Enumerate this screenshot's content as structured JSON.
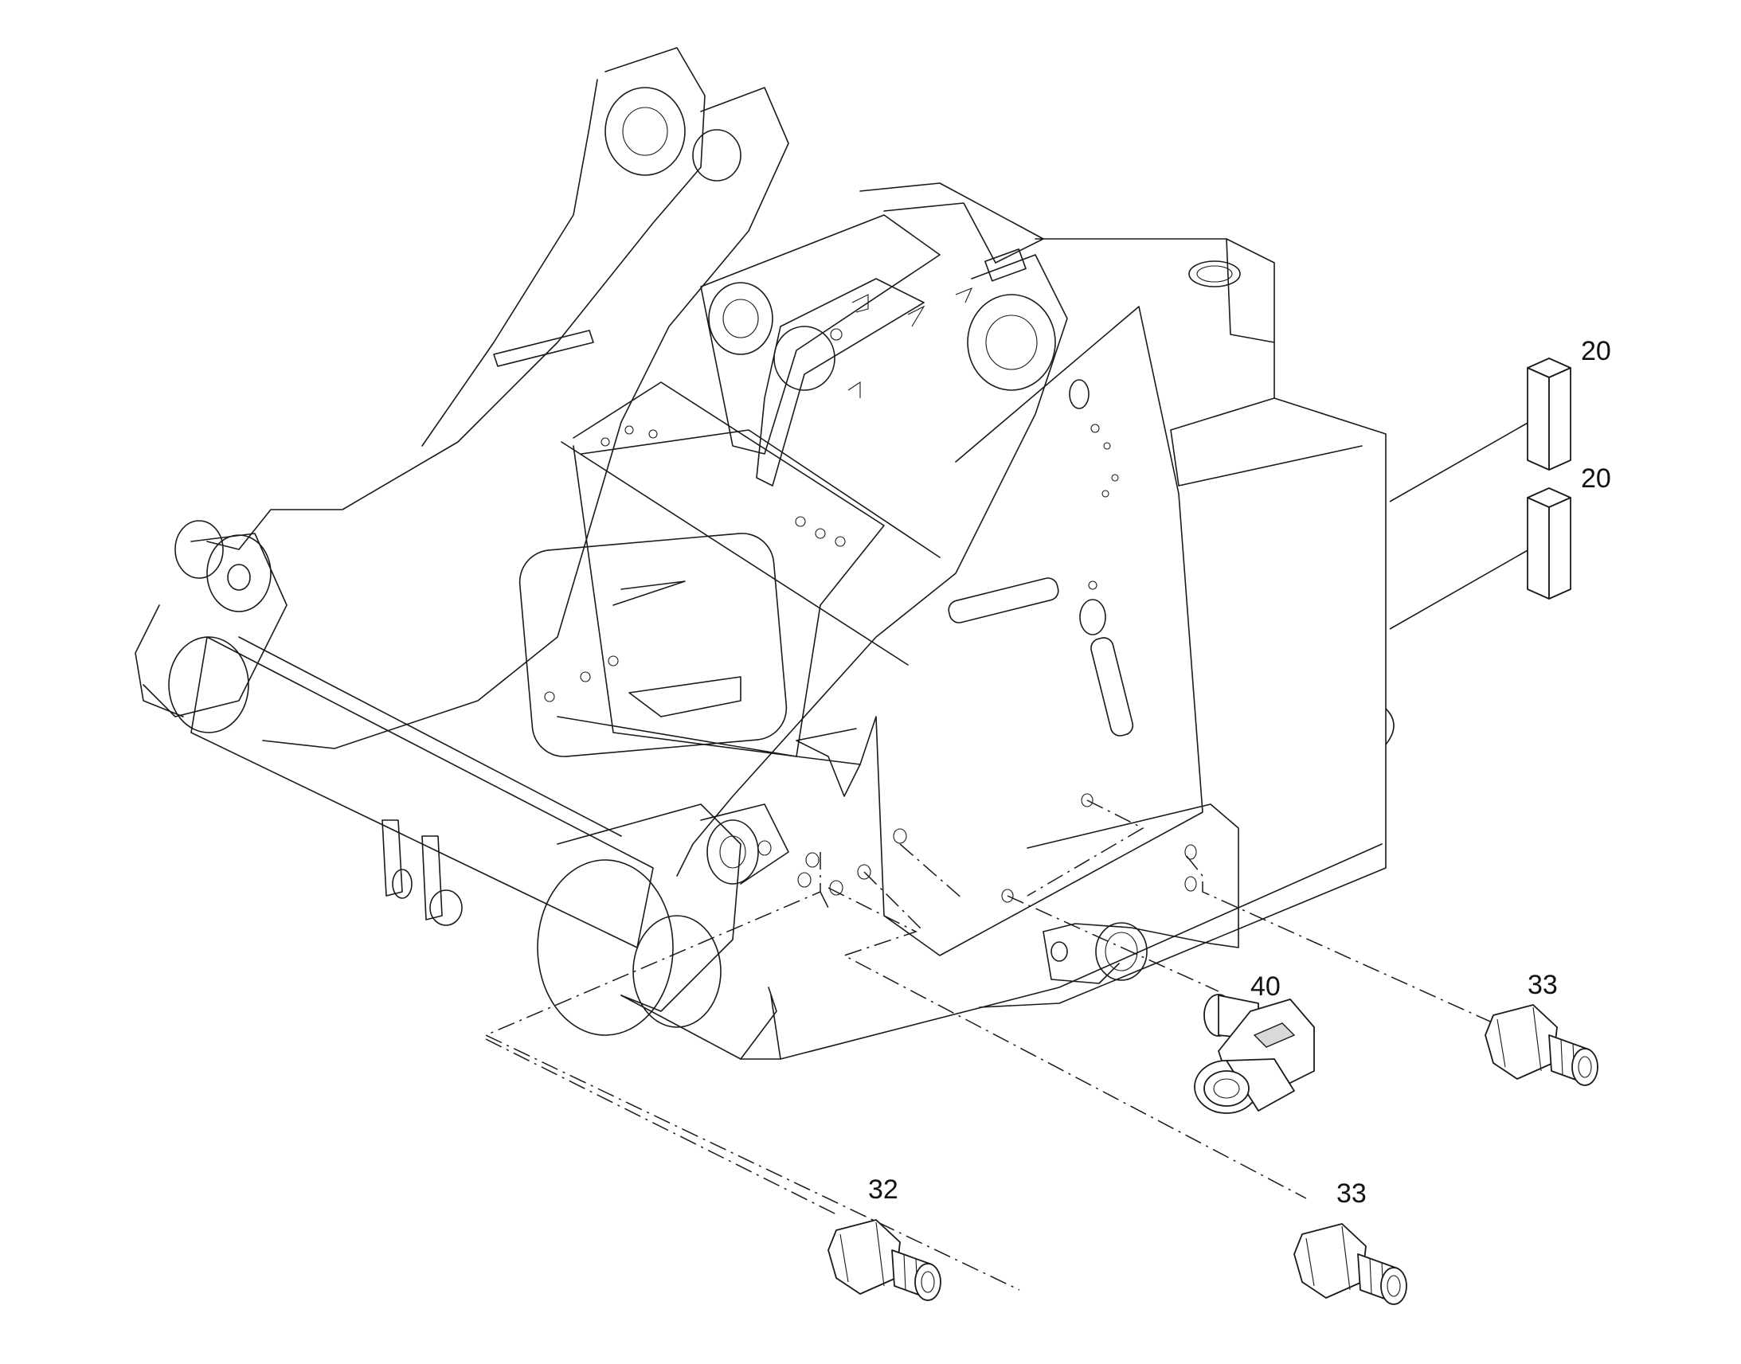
{
  "diagram": {
    "callouts": [
      {
        "id": "c20a",
        "text": "20"
      },
      {
        "id": "c20b",
        "text": "20"
      },
      {
        "id": "c40",
        "text": "40"
      },
      {
        "id": "c33a",
        "text": "33"
      },
      {
        "id": "c32",
        "text": "32"
      },
      {
        "id": "c33b",
        "text": "33"
      }
    ]
  }
}
